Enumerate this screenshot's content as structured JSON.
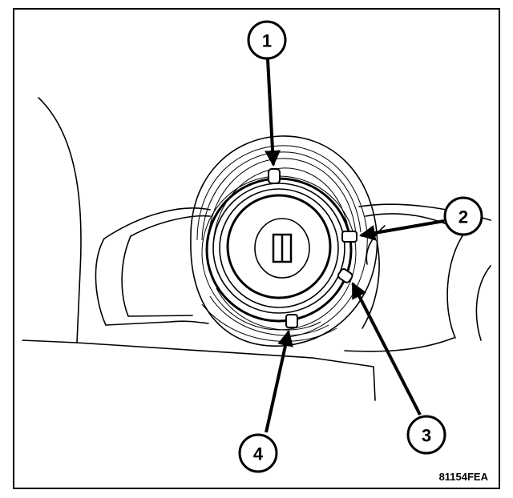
{
  "callouts": [
    {
      "label": "1"
    },
    {
      "label": "2"
    },
    {
      "label": "3"
    },
    {
      "label": "4"
    }
  ],
  "figure_code": "81154FEA"
}
